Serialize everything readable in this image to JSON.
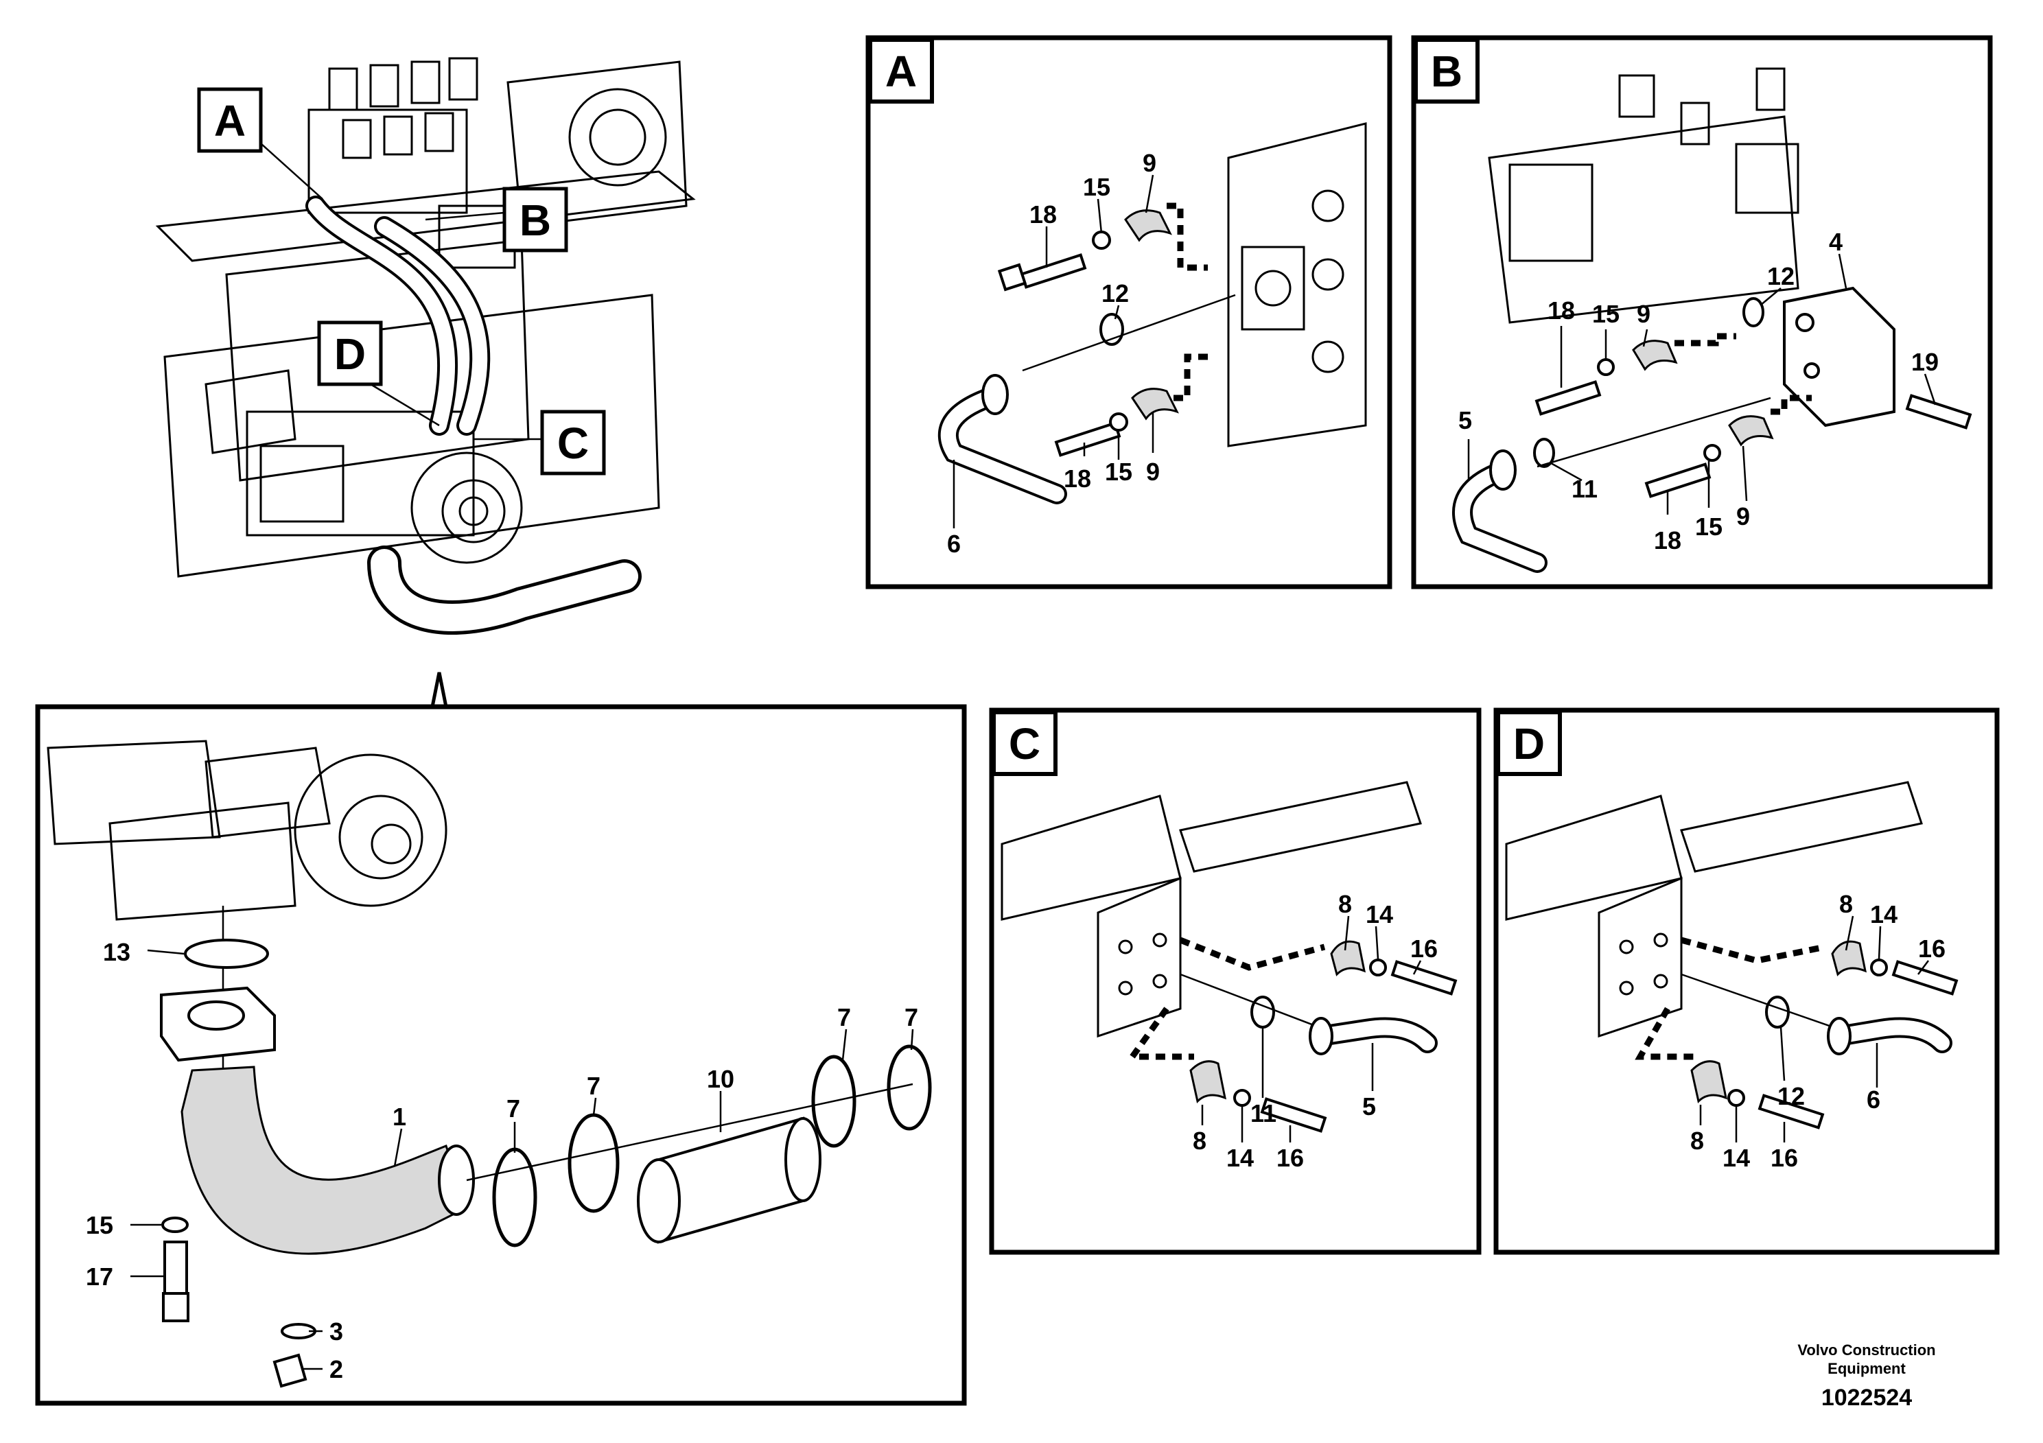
{
  "overview_callouts": [
    "A",
    "B",
    "C",
    "D"
  ],
  "panels": {
    "A": {
      "label": "A",
      "items": [
        "18",
        "15",
        "9",
        "12",
        "18",
        "15",
        "9",
        "6"
      ]
    },
    "B": {
      "label": "B",
      "items": [
        "4",
        "12",
        "18",
        "15",
        "9",
        "19",
        "5",
        "11",
        "18",
        "15",
        "9"
      ]
    },
    "C": {
      "label": "C",
      "items": [
        "8",
        "14",
        "16",
        "11",
        "5",
        "8",
        "14",
        "16"
      ]
    },
    "D": {
      "label": "D",
      "items": [
        "8",
        "14",
        "16",
        "12",
        "6",
        "8",
        "14",
        "16"
      ]
    },
    "main": {
      "items": [
        "13",
        "10",
        "7",
        "7",
        "7",
        "7",
        "1",
        "15",
        "17",
        "3",
        "2"
      ]
    }
  },
  "footer": {
    "company_line1": "Volvo Construction",
    "company_line2": "Equipment",
    "drawing_number": "1022524"
  }
}
